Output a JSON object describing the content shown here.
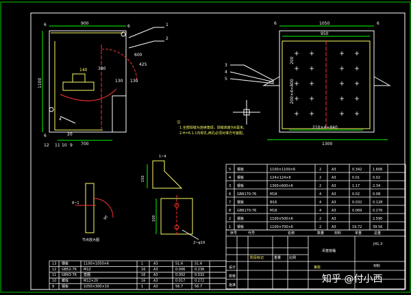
{
  "colors": {
    "background": "#000000",
    "frame": "#00ff00",
    "lines": "#ffffff",
    "dims": "#00ff00",
    "centerline": "#ff3333",
    "text_yellow": "#ffff66",
    "table": "#ffffff"
  },
  "left_view": {
    "dims": {
      "top_width": "900",
      "left_height": "1100",
      "bottom_width": "700",
      "inner_h": "140",
      "inner_r": "380",
      "r_top": "600",
      "r_right": "425",
      "mid_130": "130",
      "small_130": "130",
      "small_6": "6",
      "small_20": "20",
      "small_12": "12",
      "bl_12": "12",
      "bl_11": "11",
      "bl_10": "10",
      "bl_9": "9",
      "bl_6": "6",
      "left_6": "6",
      "right_6": "6"
    },
    "leaders": [
      "1",
      "2",
      "4"
    ],
    "bracket_label": "4"
  },
  "right_view": {
    "dims": {
      "top_1050": "1050",
      "inner_950": "950",
      "left_200": "200",
      "left_5x200": "200×4=800",
      "bottom_210": "210×4=840",
      "bottom_1300": "1300",
      "left_6": "6",
      "right_6": "6"
    },
    "leaders": [
      "3",
      "4",
      "5"
    ]
  },
  "notes": {
    "title": "注:",
    "line1": "1.全部焊缝为连续角焊，焊缝高度为6毫米。",
    "line2": "2.H=6.1.1内仰孔,两孔必须对准方可装配。"
  },
  "detail_labels": {
    "node_left": "节点放大图",
    "node_dim": "90",
    "node_top": "8~1",
    "bracket_dim_top": "1~4",
    "bracket_dim_bottom": "2~φ19",
    "bracket_width": "150",
    "bracket_inner": "100"
  },
  "parts_table_right": {
    "rows": [
      [
        "5",
        "钢板",
        "1100×1100×6",
        "2",
        "A3",
        "0.342",
        "1.606"
      ],
      [
        "4",
        "钢板",
        "124×124×6",
        "2",
        "A3",
        "0.01",
        "0.02"
      ],
      [
        "3",
        "钢板",
        "1300×600×6",
        "2",
        "A3",
        "1.17",
        "2.34"
      ],
      [
        "6",
        "GB6170-76",
        "M16",
        "4",
        "A3",
        "0.02",
        "0.08"
      ],
      [
        "7",
        "钢板",
        "Φ16",
        "4",
        "A3",
        "0.032",
        "0.128"
      ],
      [
        "8",
        "GB6170-76",
        "M16",
        "4",
        "A3",
        "0.069",
        "0.276"
      ],
      [
        "2",
        "钢板",
        "1100×500×6",
        "2",
        "A3",
        "",
        "2.590"
      ],
      [
        "1",
        "钢板",
        "1100×700×6",
        "2",
        "A3",
        "19.72",
        "39.56"
      ]
    ],
    "header": [
      "序号",
      "代号",
      "名称",
      "数量",
      "材料",
      "单重",
      "总重"
    ]
  },
  "title_block": {
    "name": "吊笼铁桶",
    "code": "JH1.3",
    "scale": "比例",
    "weight": "重量",
    "sheet": "第张",
    "drawn": "设计",
    "checked": "校核",
    "approved": "批准",
    "stage": "阶段标记",
    "material_label": "材料"
  },
  "parts_table_bottom": {
    "rows": [
      [
        "13",
        "钢板",
        "1100×1050×6",
        "1",
        "A3",
        "51.6",
        "51.6"
      ],
      [
        "12",
        "GB52-76",
        "M12",
        "16",
        "A3",
        "0.006",
        "0.236"
      ],
      [
        "11",
        "GB93-76",
        "垫圈",
        "16",
        "A3",
        "0.002",
        "0.032"
      ],
      [
        "10",
        "螺栓",
        "M12×20",
        "16",
        "A3",
        "0.017",
        "0.272"
      ],
      [
        "9",
        "钢板",
        "1050×300×10",
        "1",
        "A3",
        "56.7",
        "56.7"
      ]
    ]
  },
  "watermark": "知乎 @付小西"
}
